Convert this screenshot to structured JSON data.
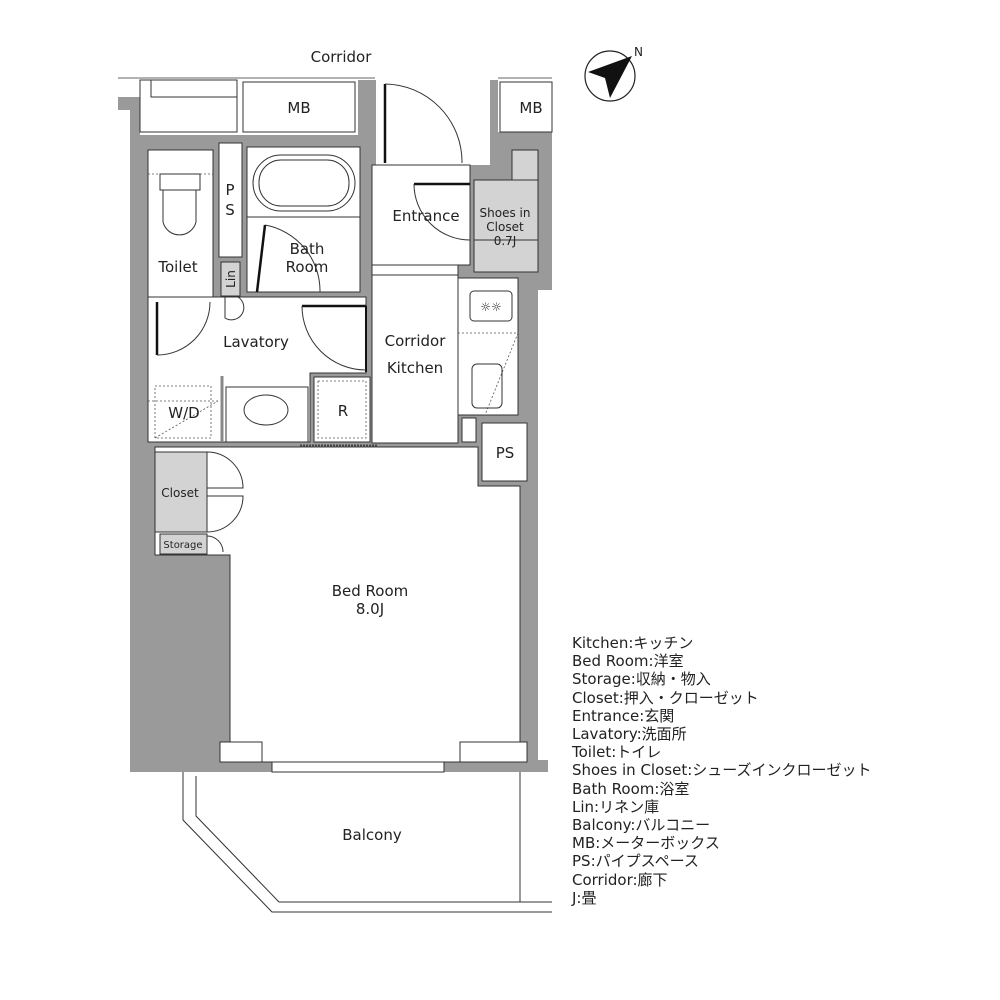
{
  "labels": {
    "corridor_top": "Corridor",
    "mb_left": "MB",
    "mb_right": "MB",
    "ps_vertical": "P S",
    "toilet": "Toilet",
    "lin": "Lin",
    "bath_1": "Bath",
    "bath_2": "Room",
    "entrance": "Entrance",
    "shoes_1": "Shoes in",
    "shoes_2": "Closet",
    "shoes_3": "0.7J",
    "lavatory": "Lavatory",
    "corridor_kitchen_1": "Corridor",
    "corridor_kitchen_2": "Kitchen",
    "wd": "W/D",
    "refrigerator": "R",
    "ps_right": "PS",
    "closet": "Closet",
    "storage": "Storage",
    "bedroom_1": "Bed Room",
    "bedroom_2": "8.0J",
    "balcony": "Balcony",
    "compass_n": "N"
  },
  "legend": [
    "Kitchen:キッチン",
    "Bed Room:洋室",
    "Storage:収納・物入",
    "Closet:押入・クローゼット",
    "Entrance:玄関",
    "Lavatory:洗面所",
    "Toilet:トイレ",
    "Shoes in Closet:シューズインクローゼット",
    "Bath Room:浴室",
    "Lin:リネン庫",
    "Balcony:バルコニー",
    "MB:メーターボックス",
    "PS:パイプスペース",
    "Corridor:廊下",
    "J:畳"
  ],
  "colors": {
    "wall": "#9a9a9a",
    "storage_fill": "#d3d3d3"
  }
}
